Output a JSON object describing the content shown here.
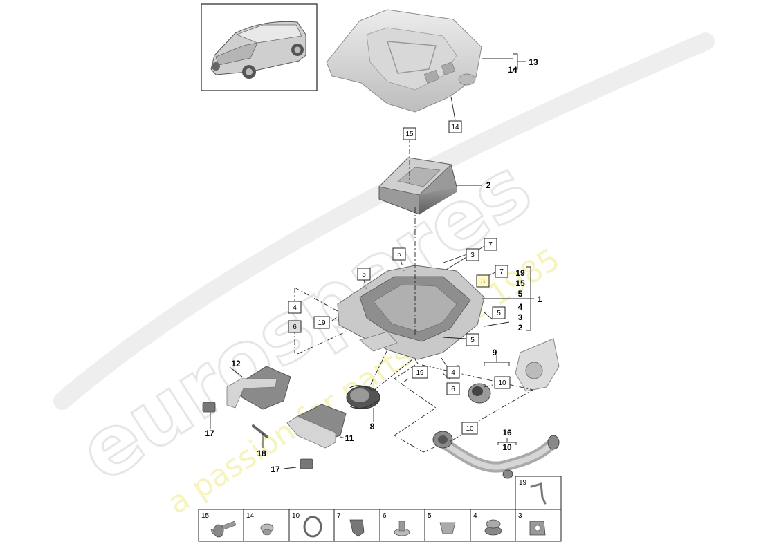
{
  "watermark": {
    "brand": "eurospares",
    "tagline": "a passion for parts since 1985"
  },
  "callouts_bold": {
    "c13": "13",
    "c14": "14",
    "c2": "2",
    "c1": "1",
    "c19": "19",
    "c15": "15",
    "c5": "5",
    "c4": "4",
    "c3": "3",
    "c2b": "2",
    "c9": "9",
    "c12": "12",
    "c17a": "17",
    "c17b": "17",
    "c18": "18",
    "c11": "11",
    "c8": "8",
    "c16": "16",
    "c10b": "10"
  },
  "callouts_boxed": {
    "b14": "14",
    "b15": "15",
    "b7a": "7",
    "b3a": "3",
    "b5a": "5",
    "b7b": "7",
    "b3b": "3",
    "b5b": "5",
    "b4a": "4",
    "b6a": "6",
    "b19a": "19",
    "b5c": "5",
    "b5d": "5",
    "b19b": "19",
    "b4b": "4",
    "b6b": "6",
    "b10a": "10",
    "b10b": "10"
  },
  "legend": {
    "top_item": "19",
    "items": [
      "15",
      "14",
      "10",
      "7",
      "6",
      "5",
      "4",
      "3"
    ]
  }
}
